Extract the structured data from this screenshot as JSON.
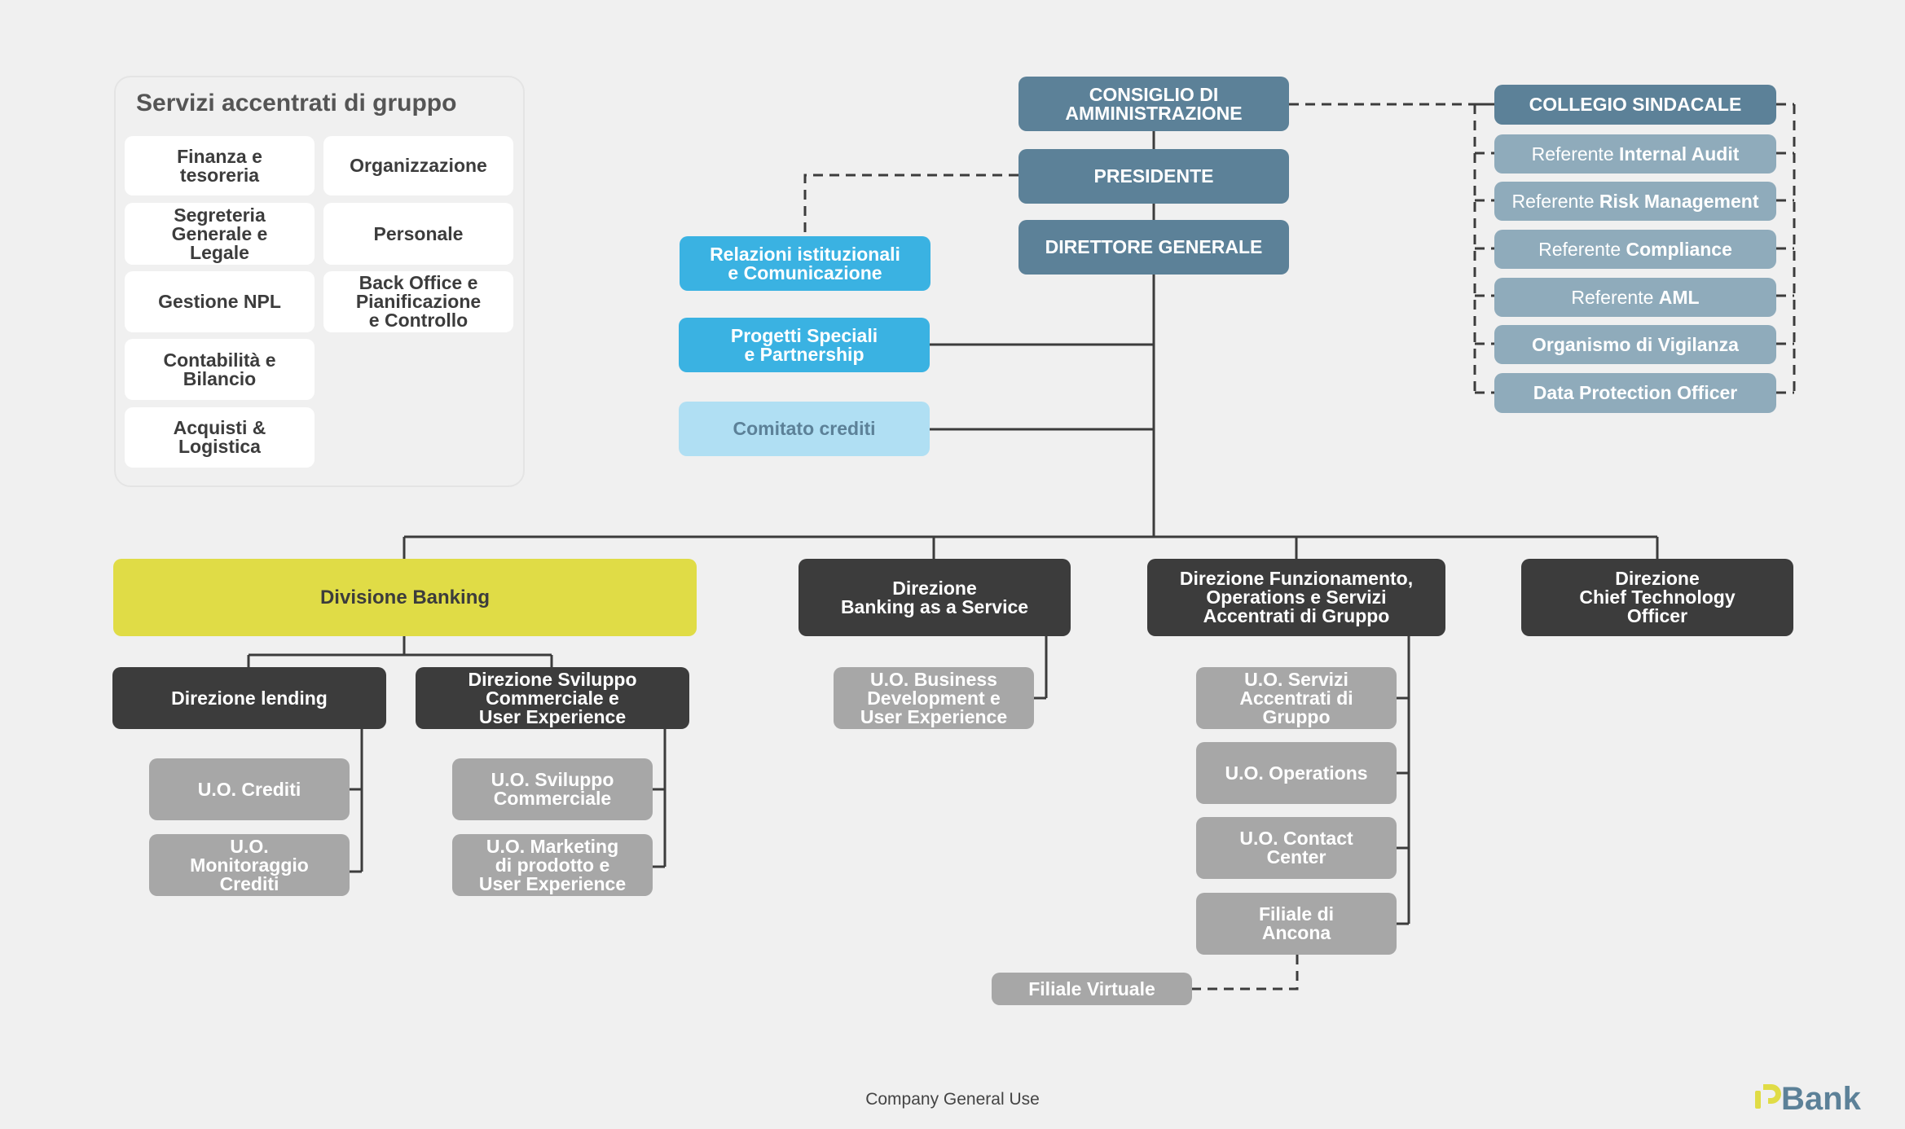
{
  "colors": {
    "background": "#f0f0f0",
    "governance": "#5c8198",
    "referent": "#8fabbb",
    "staff": "#3ab2e2",
    "committee": "#b0dff3",
    "division": "#e0dc46",
    "direction": "#3c3c3c",
    "unit": "#a7a7a7",
    "logo_accent": "#e0dc46",
    "logo_text": "#5c8198"
  },
  "governance": {
    "board": "CONSIGLIO DI\nAMMINISTRAZIONE",
    "president": "PRESIDENTE",
    "general_director": "DIRETTORE GENERALE"
  },
  "collegio": {
    "title": "COLLEGIO SINDACALE",
    "internal_audit": {
      "prefix": "Referente ",
      "name": "Internal Audit"
    },
    "risk_management": {
      "prefix": "Referente ",
      "name": "Risk Management"
    },
    "compliance": {
      "prefix": "Referente ",
      "name": "Compliance"
    },
    "aml": {
      "prefix": "Referente ",
      "name": "AML"
    },
    "vigilanza": "Organismo di Vigilanza",
    "dpo": "Data Protection Officer"
  },
  "staff": {
    "relazioni": "Relazioni istituzionali\ne Comunicazione",
    "progetti": "Progetti Speciali\ne Partnership",
    "comitato": "Comitato crediti"
  },
  "services": {
    "title": "Servizi accentrati di gruppo",
    "finanza": "Finanza e\ntesoreria",
    "organizzazione": "Organizzazione",
    "segreteria": "Segreteria\nGenerale e\nLegale",
    "personale": "Personale",
    "npl": "Gestione NPL",
    "backoffice": "Back Office e\nPianificazione\ne Controllo",
    "contabilita": "Contabilità e\nBilancio",
    "acquisti": "Acquisti &\nLogistica"
  },
  "banking": {
    "division": "Divisione Banking",
    "lending": "Direzione lending",
    "sviluppo": "Direzione Sviluppo\nCommerciale e\nUser Experience",
    "crediti": "U.O. Crediti",
    "monitoraggio": "U.O.\nMonitoraggio\nCrediti",
    "sviluppo_comm": "U.O. Sviluppo\nCommerciale",
    "marketing": "U.O. Marketing\ndi prodotto e\nUser Experience"
  },
  "baas": {
    "title": "Direzione\nBanking as a Service",
    "business_dev": "U.O. Business\nDevelopment e\nUser Experience"
  },
  "operations": {
    "title": "Direzione Funzionamento,\nOperations e Servizi\nAccentrati di Gruppo",
    "servizi": "U.O. Servizi\nAccentrati di\nGruppo",
    "operations_unit": "U.O. Operations",
    "contact": "U.O. Contact\nCenter",
    "ancona": "Filiale di\nAncona",
    "virtuale": "Filiale Virtuale"
  },
  "cto": {
    "title": "Direzione\nChief Technology\nOfficer"
  },
  "footer": {
    "classification": "Company General Use",
    "logo_text": "Bank"
  }
}
